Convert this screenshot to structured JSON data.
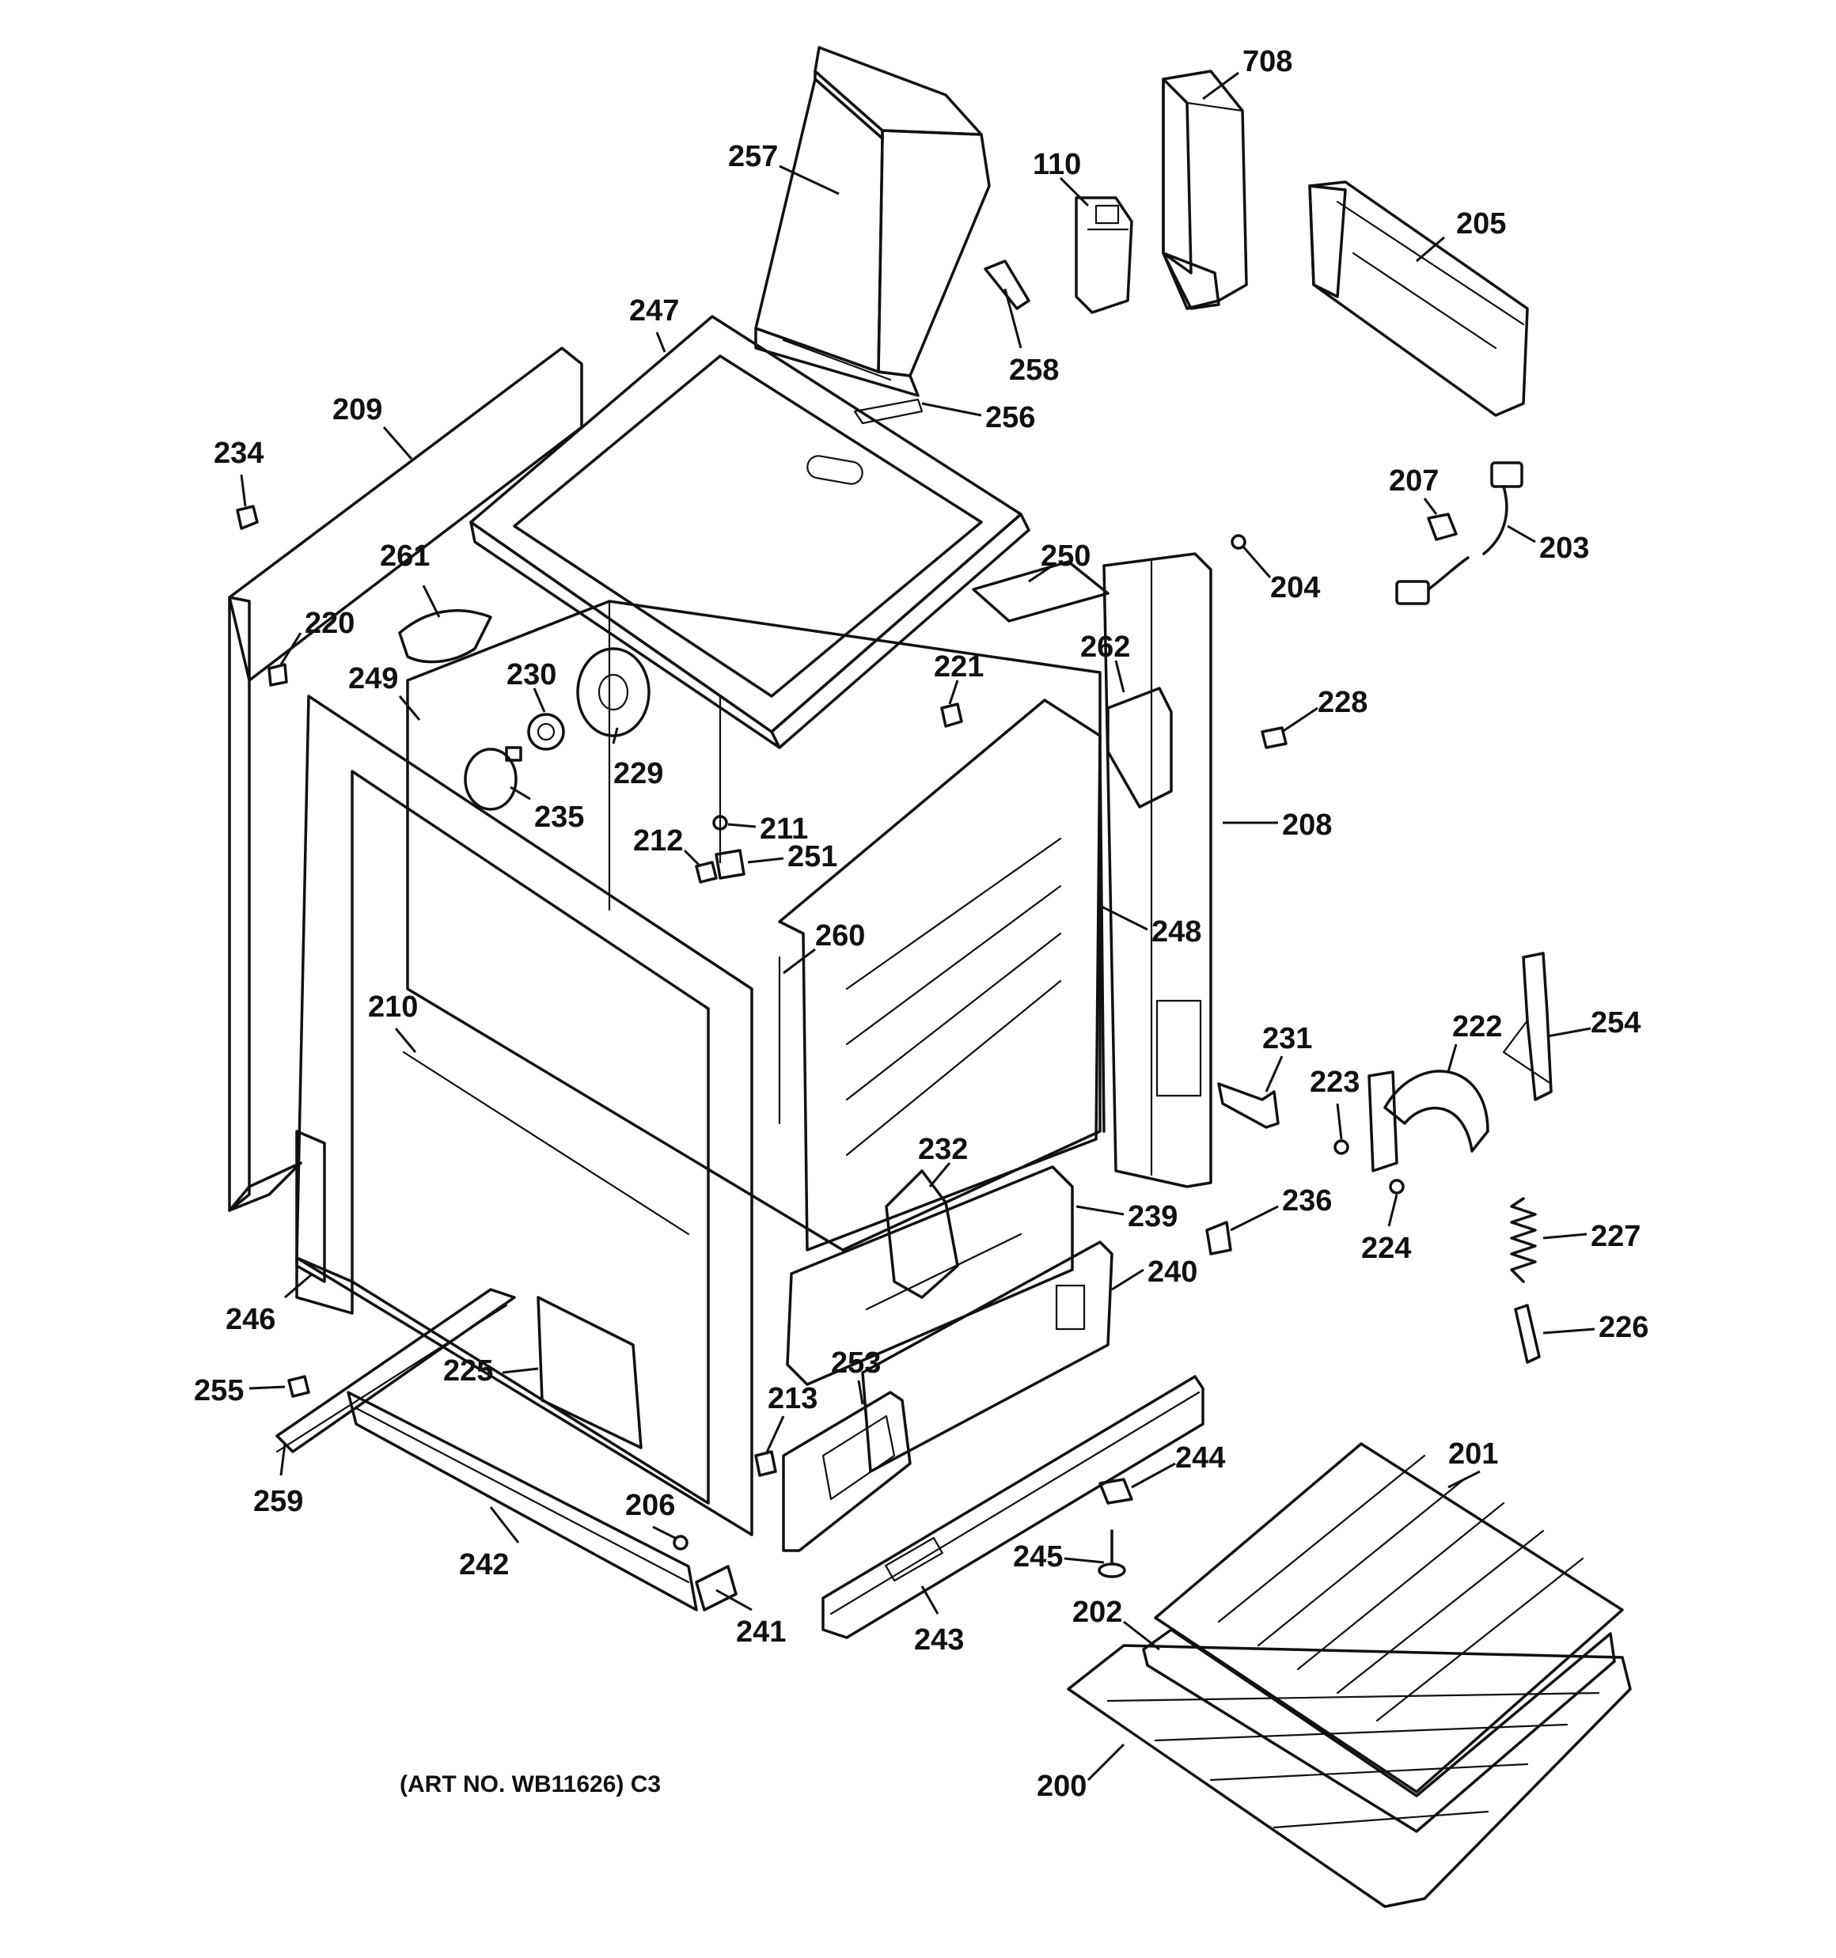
{
  "art_number": "(ART NO. WB11626) C3",
  "callouts": [
    "708",
    "110",
    "257",
    "205",
    "258",
    "247",
    "256",
    "209",
    "234",
    "207",
    "203",
    "204",
    "261",
    "250",
    "220",
    "262",
    "230",
    "221",
    "249",
    "229",
    "228",
    "235",
    "211",
    "208",
    "212",
    "251",
    "260",
    "248",
    "210",
    "231",
    "222",
    "254",
    "223",
    "232",
    "239",
    "236",
    "224",
    "227",
    "246",
    "240",
    "226",
    "253",
    "255",
    "225",
    "213",
    "244",
    "201",
    "259",
    "206",
    "245",
    "202",
    "242",
    "241",
    "243",
    "200"
  ],
  "colors": {
    "ink": "#111111",
    "paper": "#ffffff"
  }
}
